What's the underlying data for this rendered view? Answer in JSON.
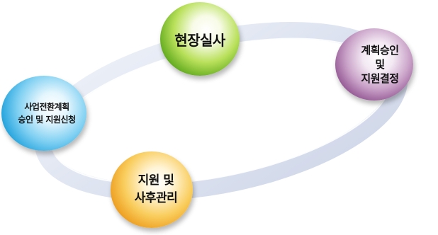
{
  "diagram": {
    "nodes": [
      {
        "id": "site-inspection",
        "lines": [
          "현장실사"
        ],
        "color": "#7cc23a"
      },
      {
        "id": "plan-approval",
        "lines": [
          "계획승인",
          "및",
          "지원결정"
        ],
        "color": "#9a5a9a"
      },
      {
        "id": "application",
        "lines": [
          "사업전환계획",
          "승인 및 지원신청"
        ],
        "color": "#29a8e0"
      },
      {
        "id": "support-followup",
        "lines": [
          "지원 및",
          "사후관리"
        ],
        "color": "#f3a72a"
      }
    ],
    "ring_color": "#dfe5f2"
  }
}
